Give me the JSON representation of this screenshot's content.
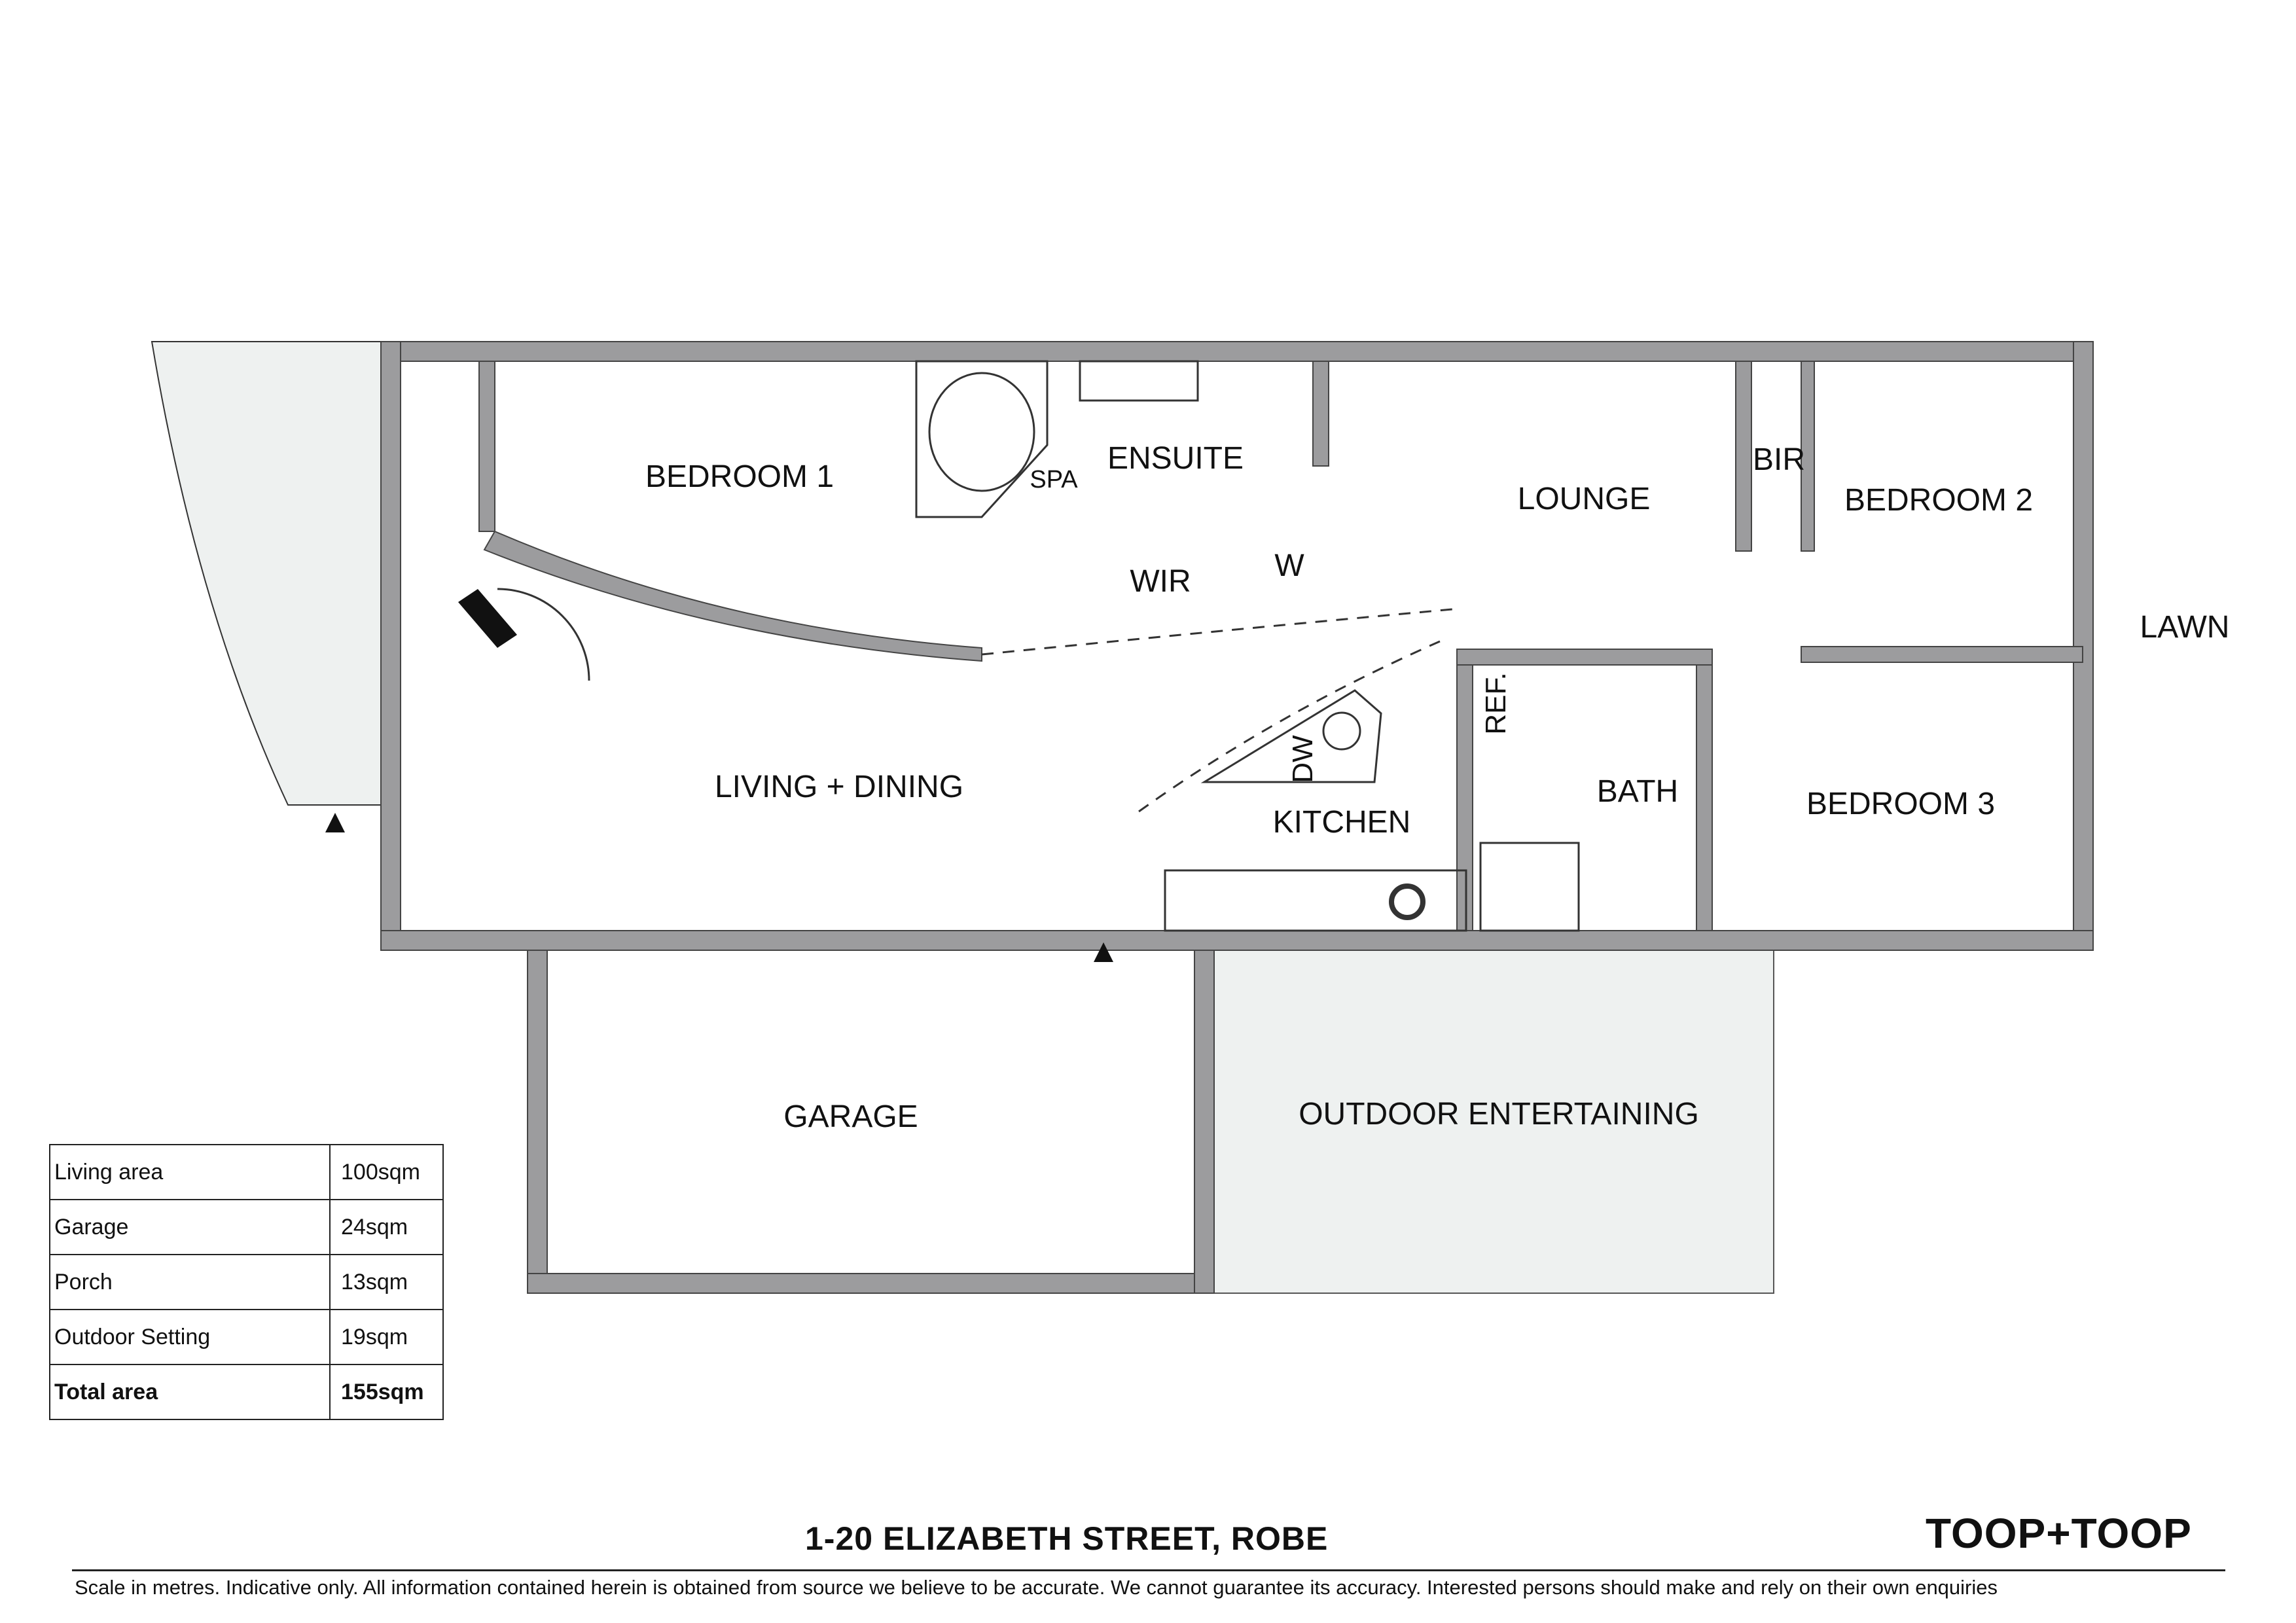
{
  "rooms": {
    "bedroom1": "BEDROOM 1",
    "spa": "SPA",
    "ensuite": "ENSUITE",
    "wir": "WIR",
    "w": "W",
    "lounge": "LOUNGE",
    "bir": "BIR",
    "bedroom2": "BEDROOM 2",
    "lawn": "LAWN",
    "living_dining": "LIVING + DINING",
    "dw": "DW",
    "ref": "REF.",
    "kitchen": "KITCHEN",
    "bath": "BATH",
    "bedroom3": "BEDROOM 3",
    "garage": "GARAGE",
    "outdoor_entertaining": "OUTDOOR ENTERTAINING"
  },
  "area_table": {
    "rows": [
      {
        "label": "Living area",
        "value": "100sqm"
      },
      {
        "label": "Garage",
        "value": "24sqm"
      },
      {
        "label": "Porch",
        "value": "13sqm"
      },
      {
        "label": "Outdoor Setting",
        "value": "19sqm"
      }
    ],
    "total": {
      "label": "Total area",
      "value": "155sqm"
    }
  },
  "footer": {
    "address": "1-20 ELIZABETH STREET, ROBE",
    "brand": "TOOP+TOOP",
    "disclaimer": "Scale in metres. Indicative only. All information contained herein is obtained from source we believe to be accurate. We cannot guarantee its accuracy. Interested persons should make and rely on their own enquiries"
  },
  "colors": {
    "wall": "#9c9c9e",
    "outdoor": "#eef1f0",
    "line": "#222222"
  }
}
